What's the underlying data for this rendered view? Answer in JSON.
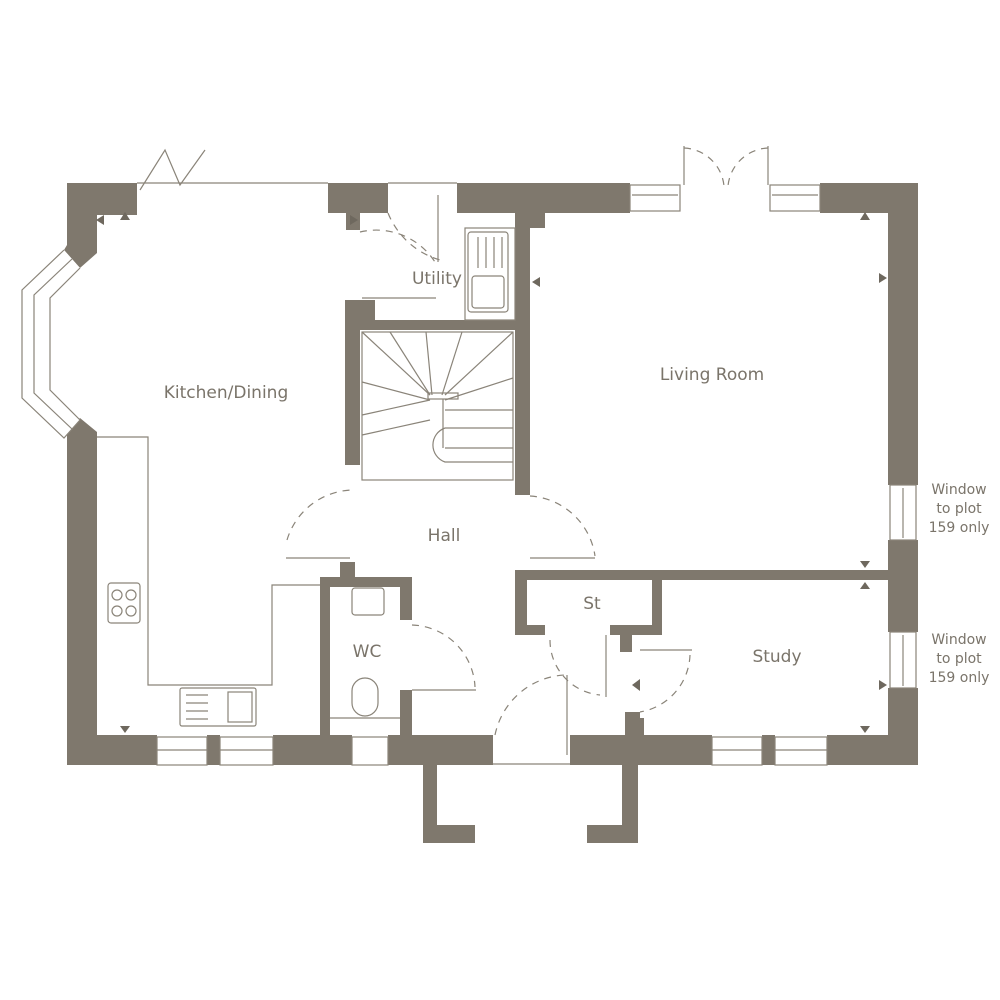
{
  "rooms": {
    "kitchen": "Kitchen/Dining",
    "utility": "Utility",
    "living": "Living Room",
    "hall": "Hall",
    "wc": "WC",
    "store": "St",
    "study": "Study"
  },
  "notes": {
    "window1": [
      "Window",
      "to plot",
      "159 only"
    ],
    "window2": [
      "Window",
      "to plot",
      "159 only"
    ]
  },
  "colors": {
    "wall": "#7f786d",
    "text": "#7a746a"
  }
}
